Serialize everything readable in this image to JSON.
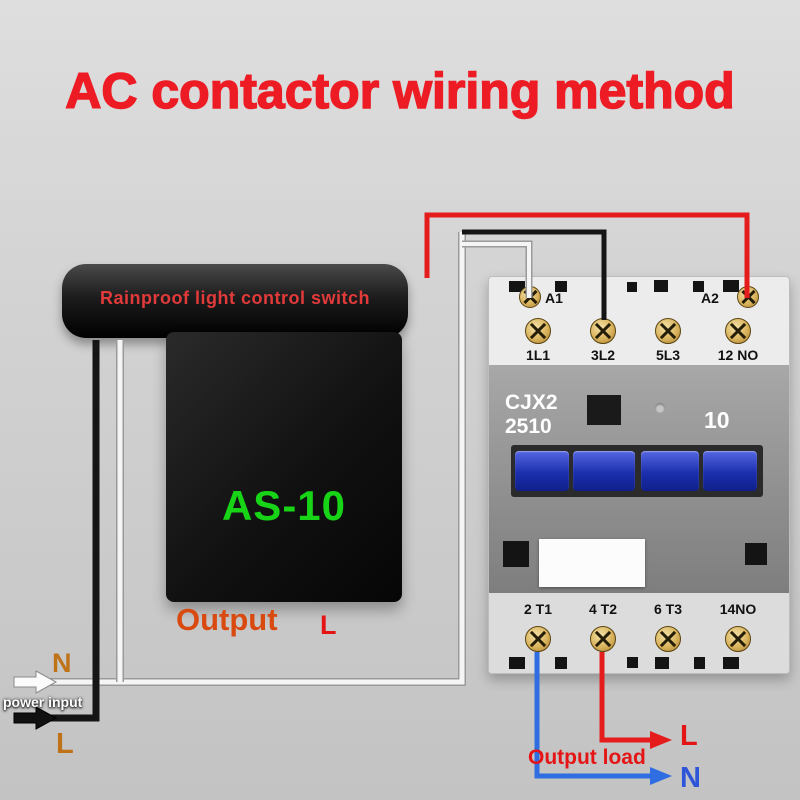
{
  "title": "AC contactor wiring method",
  "switch": {
    "head_label": "Rainproof light control switch",
    "model": "AS-10",
    "output_label": "Output",
    "output_line": "L"
  },
  "contactor": {
    "coil_terminals": {
      "left": "A1",
      "right": "A2"
    },
    "top_terminals": [
      "1L1",
      "3L2",
      "5L3",
      "12 NO"
    ],
    "model_line1": "CJX2",
    "model_line2": "2510",
    "rating": "10",
    "bottom_terminals": [
      "2 T1",
      "4 T2",
      "6 T3",
      "14NO"
    ]
  },
  "power_input": {
    "neutral": "N",
    "label": "power input",
    "line": "L"
  },
  "output_load": {
    "line": "L",
    "label": "Output load",
    "neutral": "N"
  },
  "colors": {
    "title_red": "#ed1c24",
    "switch_label_red": "#e23a3a",
    "model_green": "#17d417",
    "output_orange": "#d94a10",
    "terminal_amber": "#bf7318",
    "wire_red": "#e51c1c",
    "wire_black": "#151515",
    "wire_white": "#f5f5f5",
    "wire_blue": "#2f6de0",
    "rocker_blue": "#1b2fae"
  }
}
